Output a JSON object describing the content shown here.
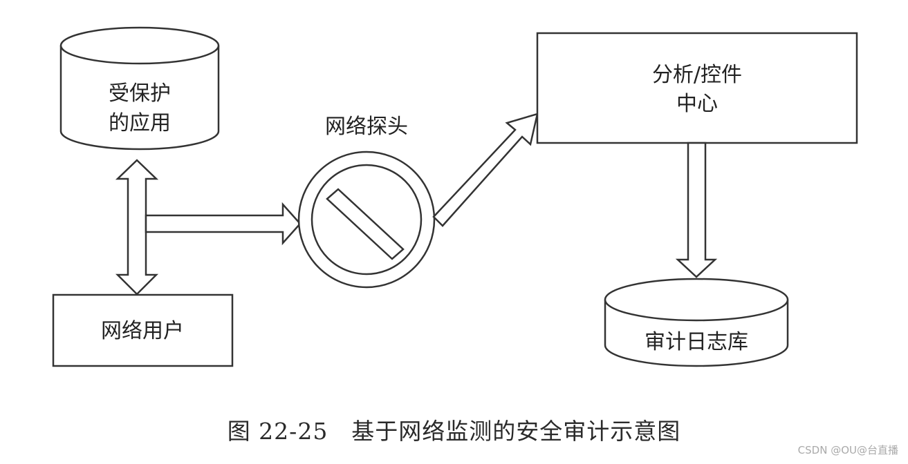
{
  "diagram": {
    "nodes": {
      "protected_app": {
        "lines": [
          "受保护",
          "的应用"
        ]
      },
      "network_user": {
        "label": "网络用户"
      },
      "network_probe": {
        "label": "网络探头"
      },
      "analysis_center": {
        "lines": [
          "分析/控件",
          "中心"
        ]
      },
      "audit_log_db": {
        "label": "审计日志库"
      }
    },
    "edges": [
      {
        "from": "protected_app",
        "to": "network_user",
        "direction": "bidirectional"
      },
      {
        "from": "protected_app-network_user-link",
        "to": "network_probe",
        "direction": "forward"
      },
      {
        "from": "network_probe",
        "to": "analysis_center",
        "direction": "forward"
      },
      {
        "from": "analysis_center",
        "to": "audit_log_db",
        "direction": "forward"
      }
    ]
  },
  "caption": "图 22-25　基于网络监测的安全审计示意图",
  "watermark": "CSDN @OU@台直播"
}
